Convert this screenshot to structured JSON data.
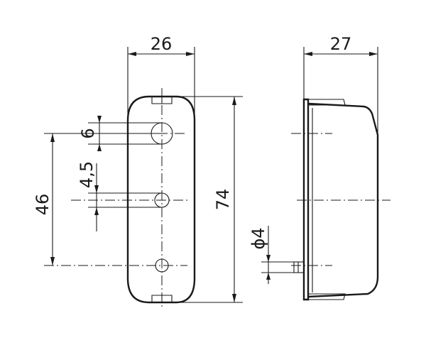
{
  "dimensions": {
    "front_width": "26",
    "side_depth": "27",
    "overall_height": "74",
    "hole_spacing": "46",
    "upper_hole": "6",
    "lower_hole": "4,5",
    "pin_diameter": "ϕ4"
  }
}
